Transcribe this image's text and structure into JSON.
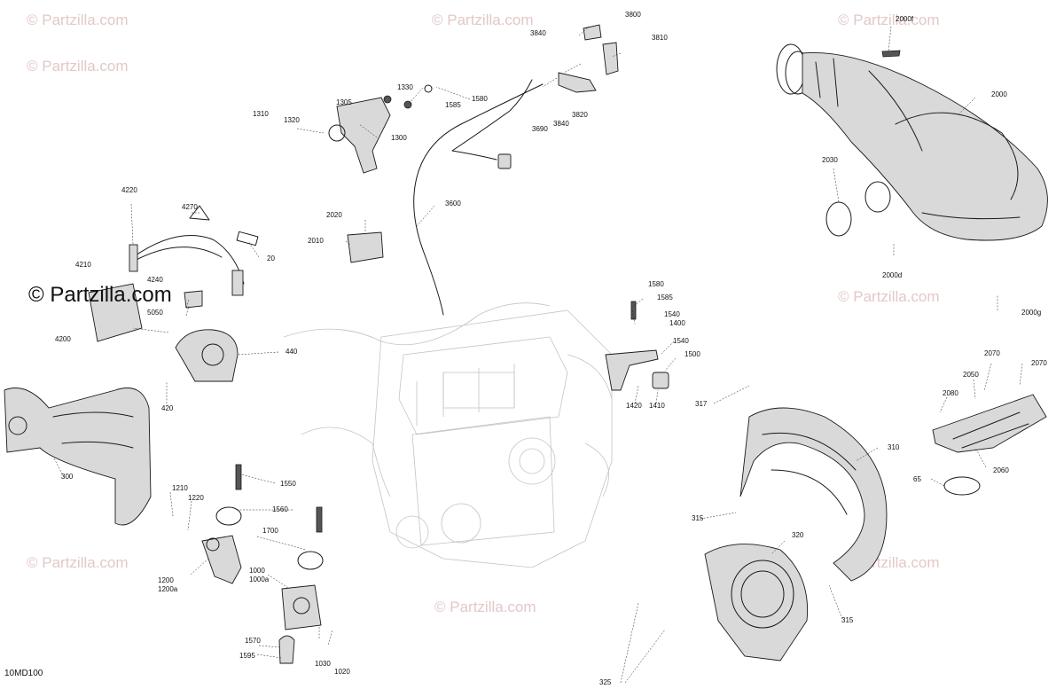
{
  "watermark": {
    "text": "© Partzilla.com",
    "prominent": "© Partzilla.com"
  },
  "figure_ref": "10MD100",
  "callouts": [
    "3800",
    "3840",
    "3810",
    "3820",
    "3840",
    "3690",
    "2000f",
    "2000",
    "2030",
    "2000d",
    "2000g",
    "1330",
    "1580",
    "1585",
    "1305",
    "1310",
    "1320",
    "1300",
    "4220",
    "4270",
    "20",
    "4210",
    "4240",
    "5050",
    "4200",
    "2020",
    "2010",
    "3600",
    "440",
    "420",
    "300",
    "1580",
    "1585",
    "1540",
    "1400",
    "1540",
    "1500",
    "1420",
    "1410",
    "317",
    "2070",
    "2070",
    "2050",
    "2080",
    "2060",
    "65",
    "310",
    "315",
    "320",
    "315",
    "325",
    "1550",
    "1560",
    "1700",
    "1210",
    "1220",
    "1200",
    "1200a",
    "1000",
    "1000a",
    "1570",
    "1595",
    "1030",
    "1020"
  ],
  "icons": {
    "engine": "engine-outline-icon"
  }
}
